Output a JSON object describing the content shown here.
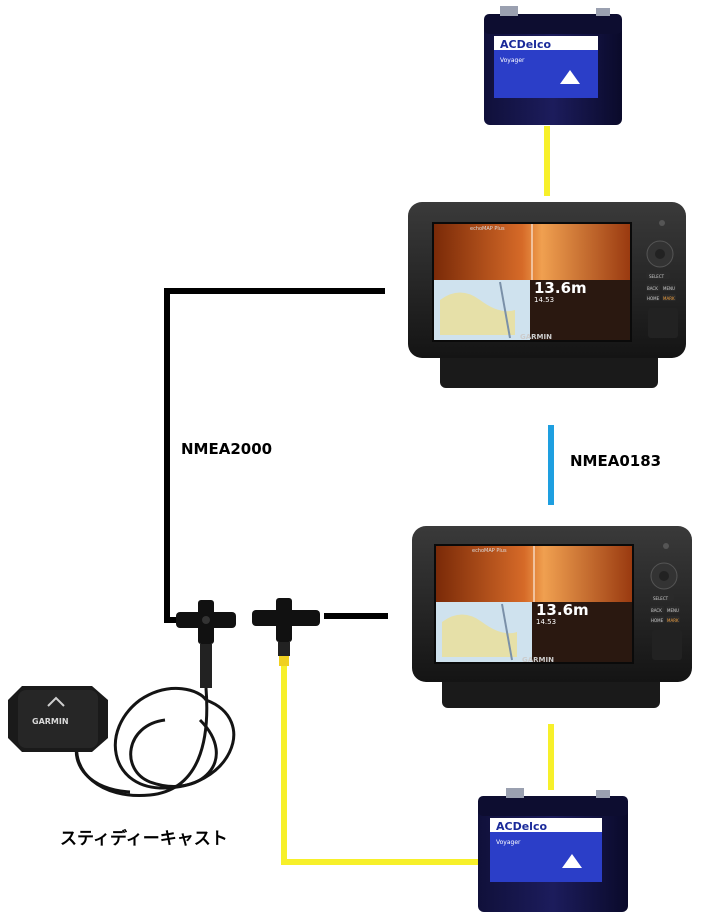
{
  "labels": {
    "nmea2000": "NMEA2000",
    "nmea0183": "NMEA0183",
    "sensor_name": "スティディーキャスト"
  },
  "device_text": {
    "battery_brand": "ACDelco",
    "battery_model": "Voyager",
    "display_brand": "GARMIN",
    "display_model": "echoMAP Plus",
    "depth_reading": "13.6m",
    "sub_reading": "14.53",
    "button_select": "SELECT",
    "button_back": "BACK",
    "button_menu": "MENU",
    "button_home": "HOME",
    "button_mark": "MARK",
    "sensor_brand": "GARMIN"
  },
  "colors": {
    "nmea2000_cable": "#000000",
    "nmea0183_cable": "#1e9fe0",
    "power_cable": "#f7f02a",
    "battery_body": "#16164a",
    "battery_label": "#2b3ec8",
    "display_bezel": "#1c1c1c",
    "sonar": "#c8581e",
    "map_water": "#cfe2ee"
  }
}
